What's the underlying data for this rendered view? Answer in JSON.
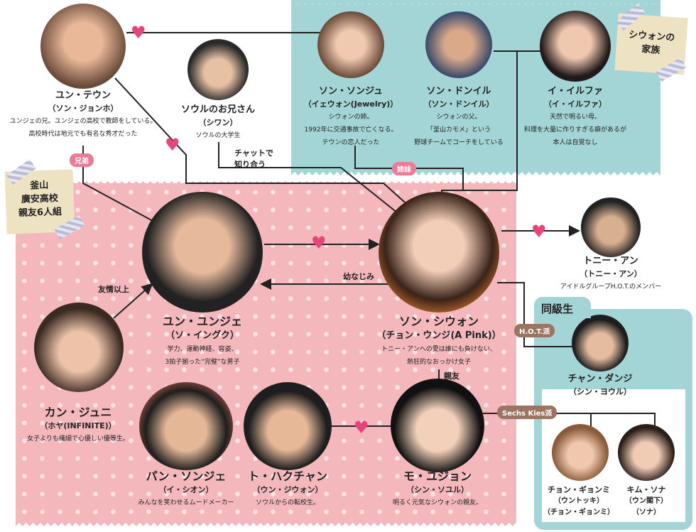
{
  "colors": {
    "teal": "#a3d5d6",
    "pink": "#f4b7bc",
    "heart": "#e4467a",
    "pink_pill": "#ec7b96",
    "brown_pill": "#9b7462",
    "note": "#ede2c2"
  },
  "notes": {
    "school": [
      "釜山",
      "廣安高校",
      "親友6人組"
    ],
    "family": [
      "シウォンの",
      "家族"
    ]
  },
  "group_label": "同級生",
  "relations": {
    "brothers": "兄弟",
    "sisters": "姉妹",
    "chat": [
      "チャットで",
      "知り合う"
    ],
    "childhood": "幼なじみ",
    "more_than_friends": "友情以上",
    "best_friend": "親友",
    "hot": "H.O.T.派",
    "sechs": "Sechs Kies派"
  },
  "heart_icon": "♥",
  "people": {
    "taewoong": {
      "name": "ユン・テウン",
      "actor": "（ソン・ジョンホ）",
      "desc": [
        "ユンジェの兄。ユンジェの高校で教師をしている。",
        "高校時代は地元でも有名な秀才だった"
      ]
    },
    "seoul": {
      "name": "ソウルのお兄さん",
      "actor": "（シワン）",
      "desc": [
        "ソウルの大学生"
      ]
    },
    "songju": {
      "name": "ソン・ソンジュ",
      "actor": "（イェウォン(Jewelry)）",
      "desc": [
        "シウォンの姉。",
        "1992年に交通事故で亡くなる。",
        "テウンの恋人だった"
      ]
    },
    "dongil": {
      "name": "ソン・ドンイル",
      "actor": "（ソン・ドンイル）",
      "desc": [
        "シウォンの父。",
        "「釜山カモメ」という",
        "野球チームでコーチをしている"
      ]
    },
    "ilhwa": {
      "name": "イ・イルファ",
      "actor": "（イ・イルファ）",
      "desc": [
        "天然で明るい母。",
        "料理を大量に作りすぎる癖があるが",
        "本人は自覚なし"
      ]
    },
    "tony": {
      "name": "トニー・アン",
      "actor": "（トニー・アン）",
      "desc": [
        "アイドルグループH.O.T.のメンバー"
      ]
    },
    "yunje": {
      "name": "ユン・ユンジェ",
      "actor": "（ソ・イングク）",
      "desc": [
        "学力、運動神経、容姿、",
        "3拍子揃った“完璧”な男子"
      ]
    },
    "siwon": {
      "name": "ソン・シウォン",
      "actor": "（チョン・ウンジ(A Pink)）",
      "desc": [
        "トニー・アンへの愛は誰にも負けない、",
        "熱狂的なおっかけ女子"
      ]
    },
    "junhee": {
      "name": "カン・ジュニ",
      "actor": "（ホヤ(INFINITE)）",
      "desc": [
        "女子よりも繊細で心優しい優等生。"
      ]
    },
    "pang": {
      "name": "パン・ソンジェ",
      "actor": "（イ・シオン）",
      "desc": [
        "みんなを笑わせるムードメーカー"
      ]
    },
    "hakchan": {
      "name": "ト・ハクチャン",
      "actor": "（ウン・ジウォン）",
      "desc": [
        "ソウルからの転校生。"
      ]
    },
    "yujeong": {
      "name": "モ・ユジョン",
      "actor": "（シン・ソユル）",
      "desc": [
        "明るく元気なシウォンの親友。"
      ]
    },
    "danji": {
      "name": "チャン・ダンジ",
      "actor": "（シン・ヨウル）",
      "desc": []
    },
    "jeongmi": {
      "name": "チョン・ギョンミ",
      "actor": "（ウントッキ）",
      "desc": [
        "（チョン・ギョンミ）"
      ]
    },
    "sona": {
      "name": "キム・ソナ",
      "actor": "（ウン閣下）",
      "desc": [
        "（ソナ）"
      ]
    }
  }
}
